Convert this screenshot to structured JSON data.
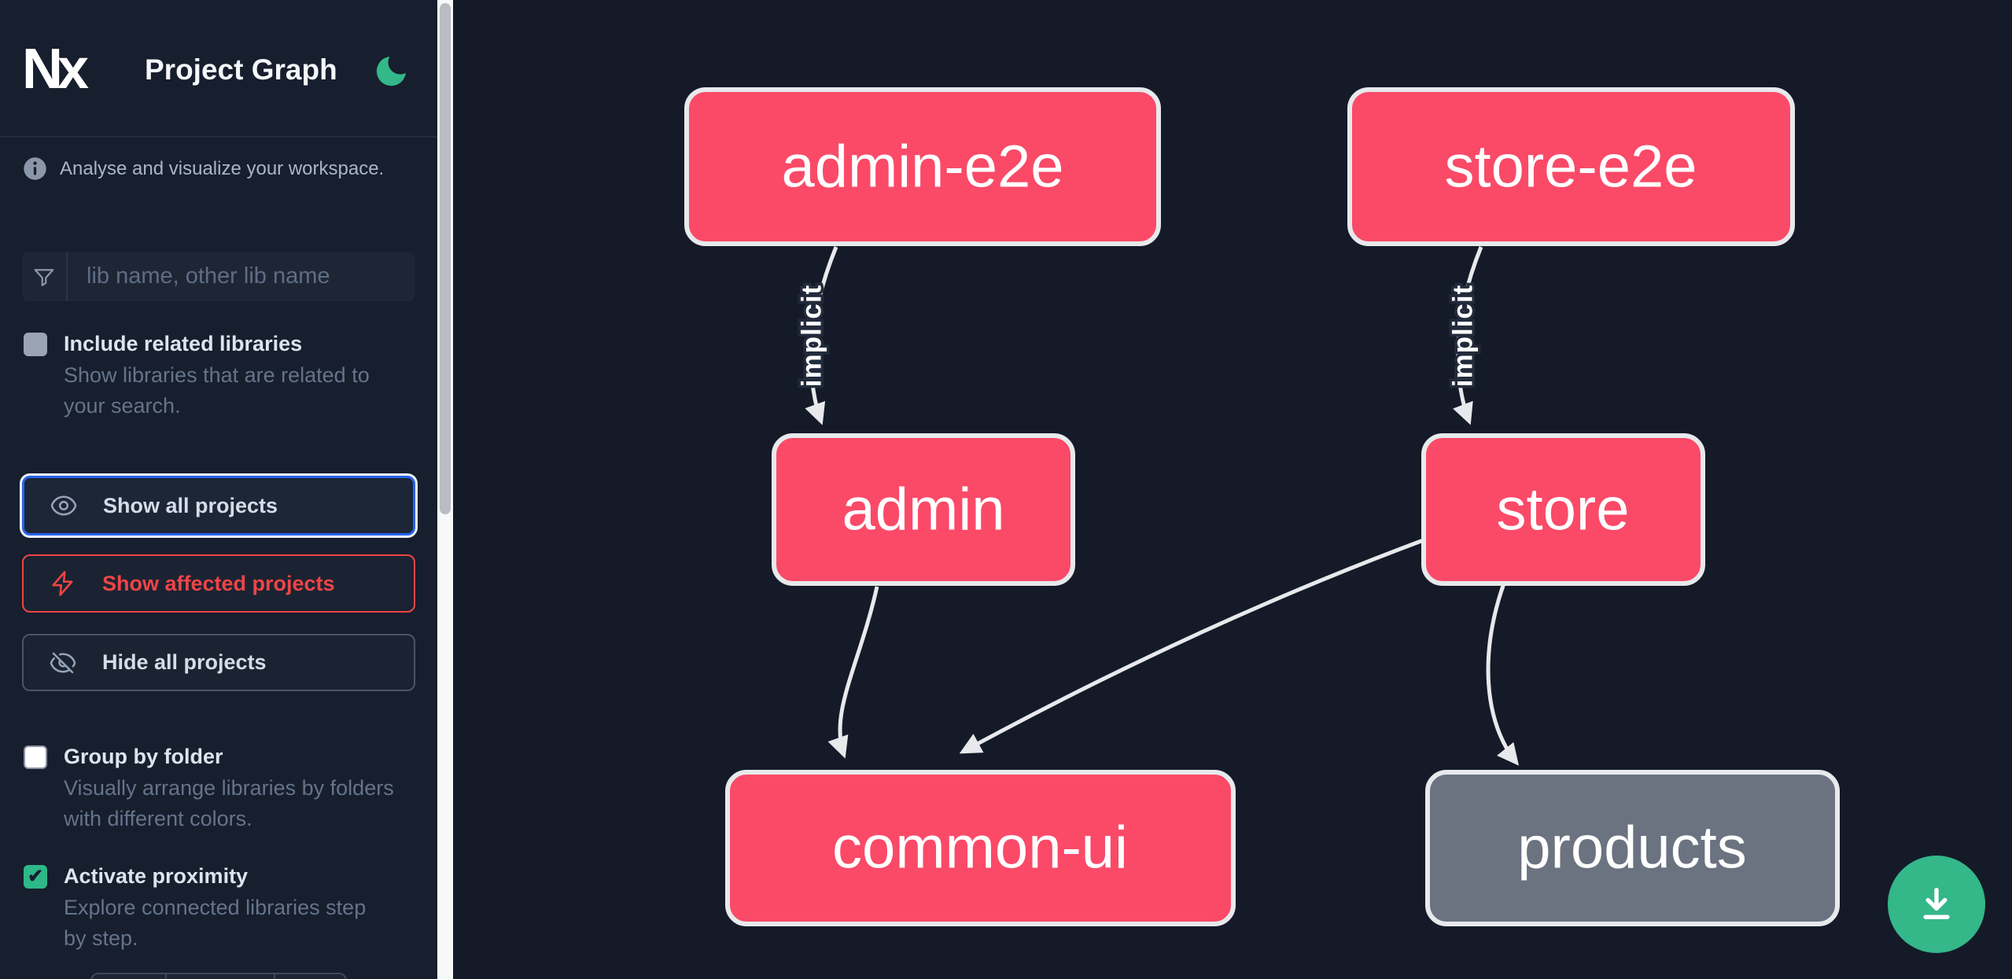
{
  "header": {
    "logo": "Nx",
    "title": "Project Graph"
  },
  "sidebar": {
    "tagline": "Analyse and visualize your workspace.",
    "search_placeholder": "lib name, other lib name",
    "include_related": {
      "label": "Include related libraries",
      "description": "Show libraries that are related to your search.",
      "checked": false
    },
    "actions": {
      "show_all": "Show all projects",
      "show_affected": "Show affected projects",
      "hide_all": "Hide all projects"
    },
    "group_by_folder": {
      "label": "Group by folder",
      "description": "Visually arrange libraries by folders with different colors.",
      "checked": false
    },
    "activate_proximity": {
      "label": "Activate proximity",
      "description": "Explore connected libraries step by step.",
      "checked": true,
      "check_glyph": "✔"
    }
  },
  "graph": {
    "nodes": [
      {
        "label": "admin-e2e",
        "fill": "#fa4a68"
      },
      {
        "label": "store-e2e",
        "fill": "#fa4a68"
      },
      {
        "label": "admin",
        "fill": "#fa4a68"
      },
      {
        "label": "store",
        "fill": "#fa4a68"
      },
      {
        "label": "common-ui",
        "fill": "#fa4a68"
      },
      {
        "label": "products",
        "fill": "#6b7280"
      }
    ],
    "edges": [
      {
        "from": "admin-e2e",
        "to": "admin",
        "label": "implicit"
      },
      {
        "from": "store-e2e",
        "to": "store",
        "label": "implicit"
      },
      {
        "from": "admin",
        "to": "common-ui",
        "label": ""
      },
      {
        "from": "store",
        "to": "common-ui",
        "label": ""
      },
      {
        "from": "store",
        "to": "products",
        "label": ""
      }
    ]
  },
  "colors": {
    "accent_green": "#34b789",
    "affected_red": "#ef4444",
    "focus_blue": "#2663eb",
    "node_pink": "#fa4a68",
    "node_gray": "#6b7280",
    "edge_gray": "#e8e9ec"
  }
}
